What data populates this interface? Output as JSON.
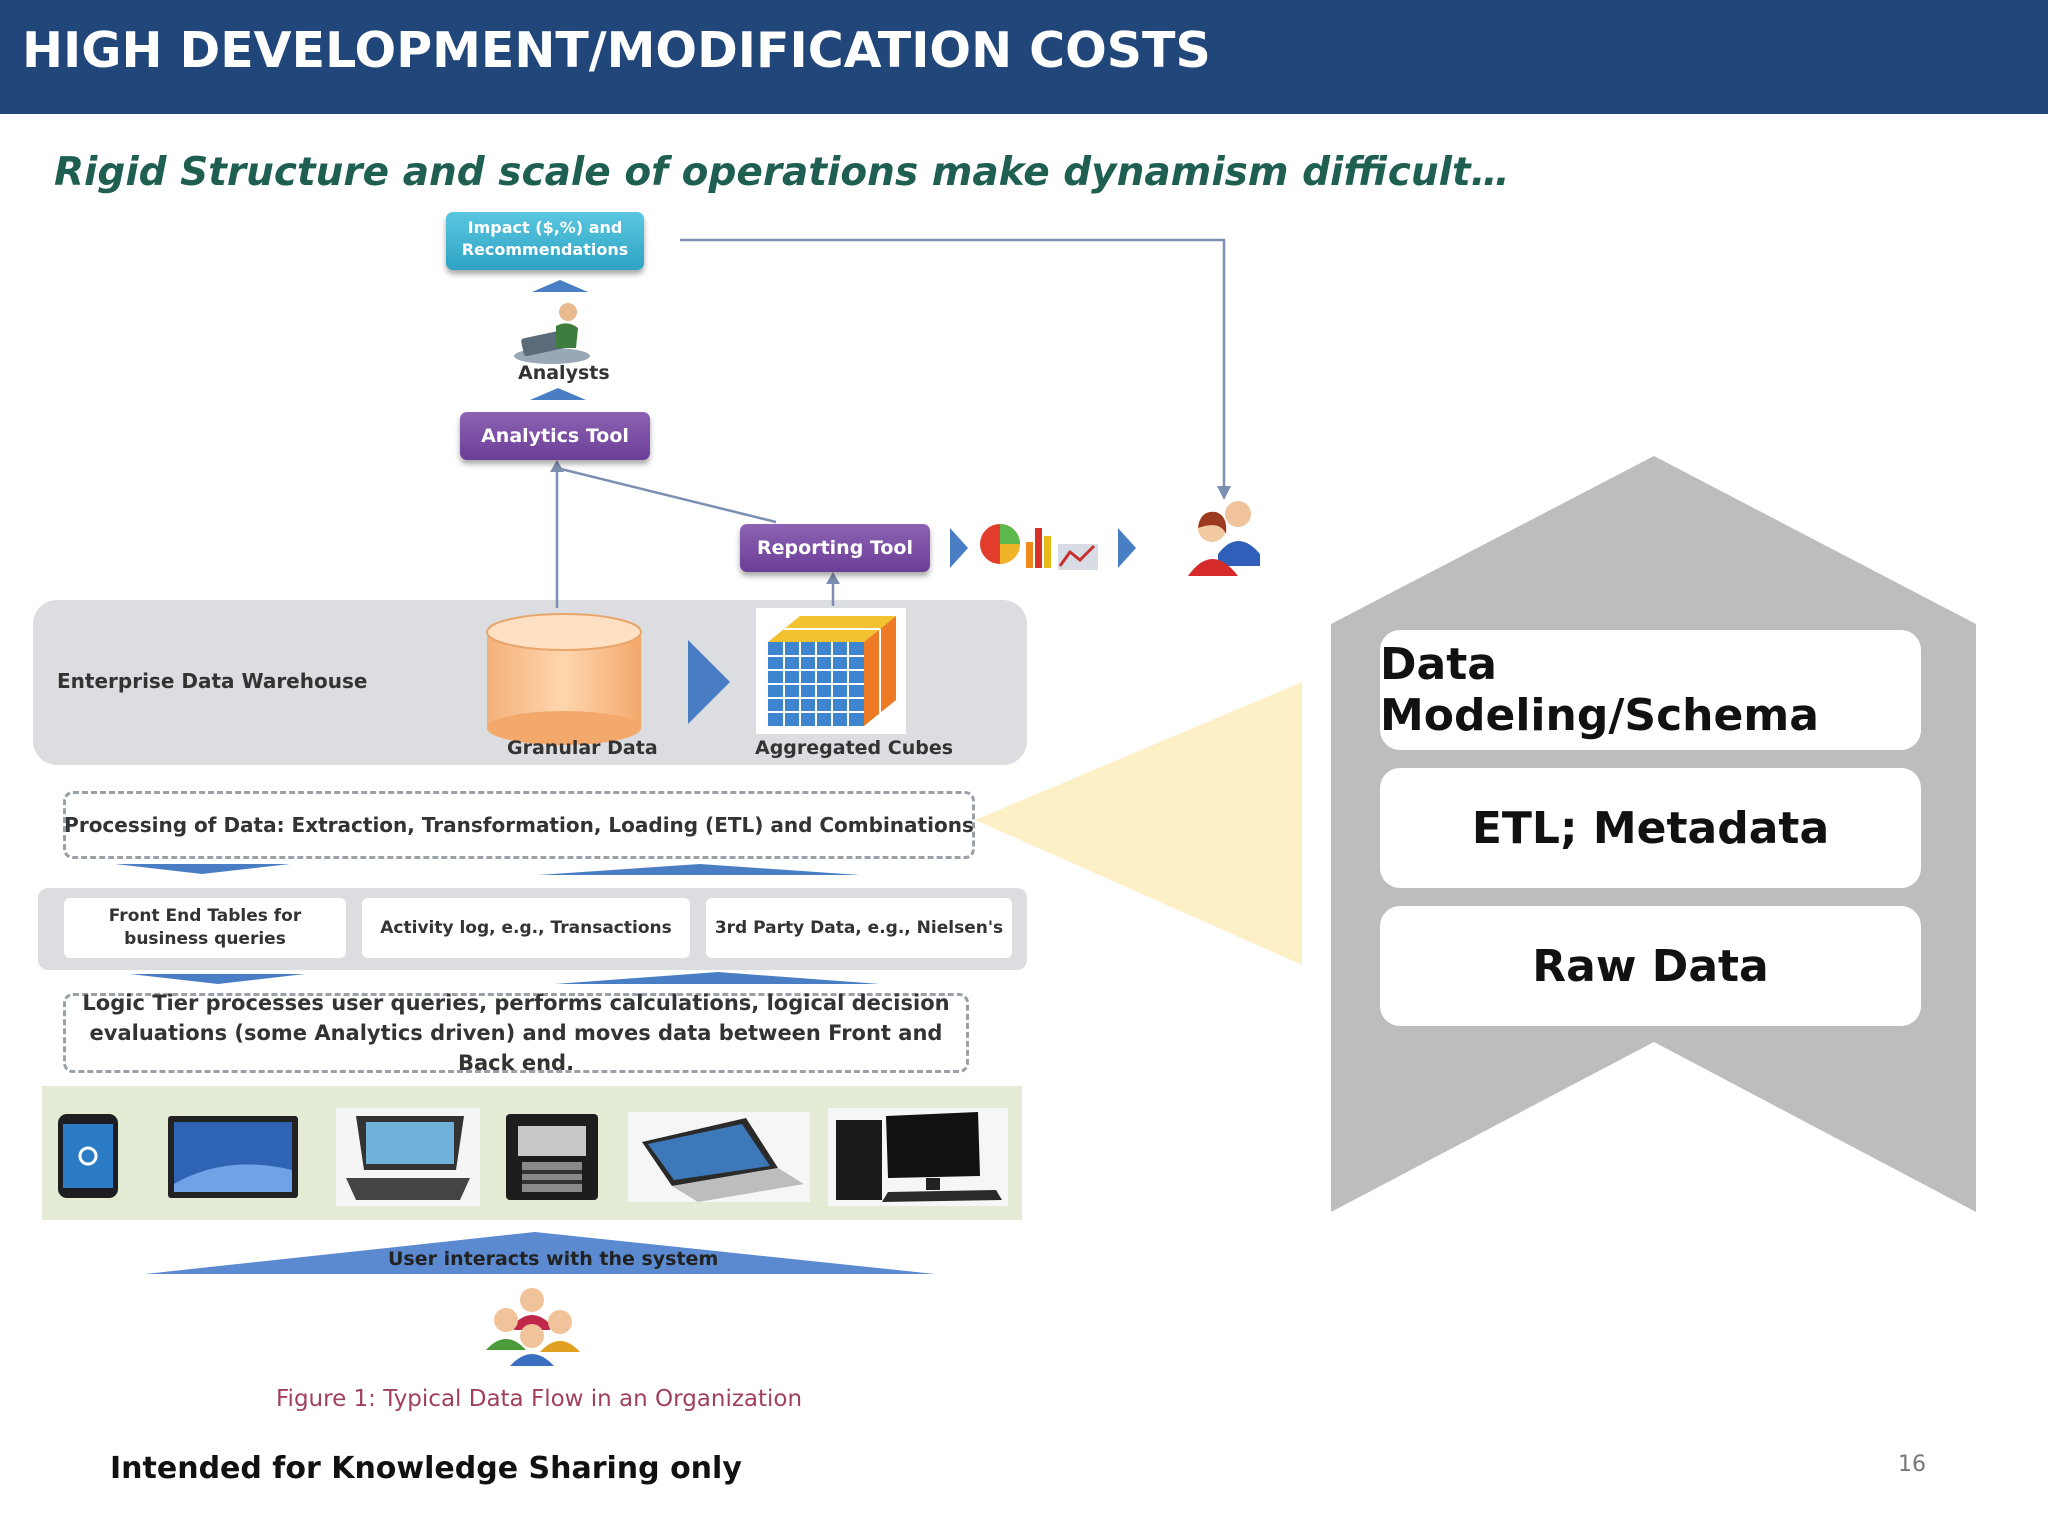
{
  "header": {
    "title": "HIGH DEVELOPMENT/MODIFICATION COSTS"
  },
  "subtitle": "Rigid Structure and scale of operations make dynamism difficult…",
  "diagram": {
    "impact_box": "Impact ($,%) and Recommendations",
    "analysts_label": "Analysts",
    "analytics_tool": "Analytics Tool",
    "reporting_tool": "Reporting Tool",
    "edw_label": "Enterprise Data Warehouse",
    "granular_label": "Granular Data",
    "cubes_label": "Aggregated Cubes",
    "etl_text": "Processing of Data: Extraction, Transformation, Loading (ETL) and Combinations",
    "sources": [
      "Front End Tables for business queries",
      "Activity log, e.g., Transactions",
      "3rd Party Data, e.g., Nielsen's"
    ],
    "logic_text": "Logic Tier processes user queries, performs calculations, logical decision evaluations (some Analytics driven) and moves data between Front and Back end.",
    "user_interacts": "User interacts with the system",
    "caption": "Figure 1: Typical Data Flow in an Organization"
  },
  "stack": {
    "items": [
      "Data Modeling/Schema",
      "ETL; Metadata",
      "Raw Data"
    ]
  },
  "footer": {
    "note": "Intended for Knowledge Sharing only",
    "page_number": "16"
  },
  "colors": {
    "header": "#21477a",
    "subtitle": "#1f5f52",
    "teal": "#2ea3c4",
    "purple": "#6a3e96",
    "arrow_blue": "#4a7ec4",
    "stack_gray": "#bdbdc0",
    "callout": "#fdf0c6",
    "caption": "#a0405a"
  },
  "icons": [
    "analyst-icon",
    "charts-icon",
    "business-people-icon",
    "granular-cylinder-icon",
    "aggregated-cube-icon",
    "mobile-device-icon",
    "tablet-icon",
    "pos-terminal-icon",
    "atm-icon",
    "laptop-icon",
    "desktop-computer-icon",
    "users-group-icon"
  ]
}
